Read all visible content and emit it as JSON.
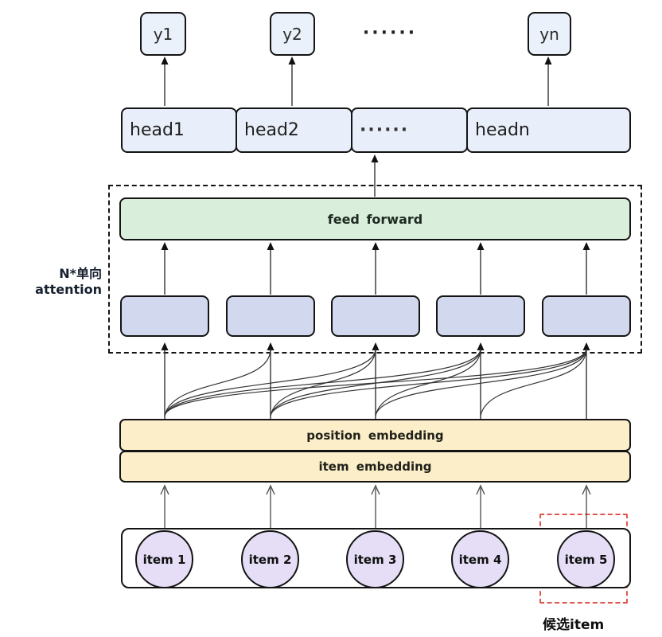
{
  "outputs": {
    "y1": "y1",
    "y2": "y2",
    "ellipsis": "······",
    "yn": "yn"
  },
  "heads": {
    "h1": "head1",
    "h2": "head2",
    "ellipsis": "······",
    "hn": "headn"
  },
  "attention": {
    "block_label": "N*单向attention",
    "feed_forward": "feed forward"
  },
  "embeddings": {
    "position": "position embedding",
    "item": "item embedding"
  },
  "items": [
    "item 1",
    "item 2",
    "item 3",
    "item 4",
    "item 5"
  ],
  "candidate": {
    "label": "候选item"
  },
  "colors": {
    "output_fill": "#ebf1fa",
    "head_fill": "#e9effa",
    "feed_fill": "#d9efdb",
    "attention_fill": "#d2d9ef",
    "embedding_fill": "#fbeec9",
    "item_fill": "#e5def6",
    "candidate_red": "#e0554b"
  }
}
